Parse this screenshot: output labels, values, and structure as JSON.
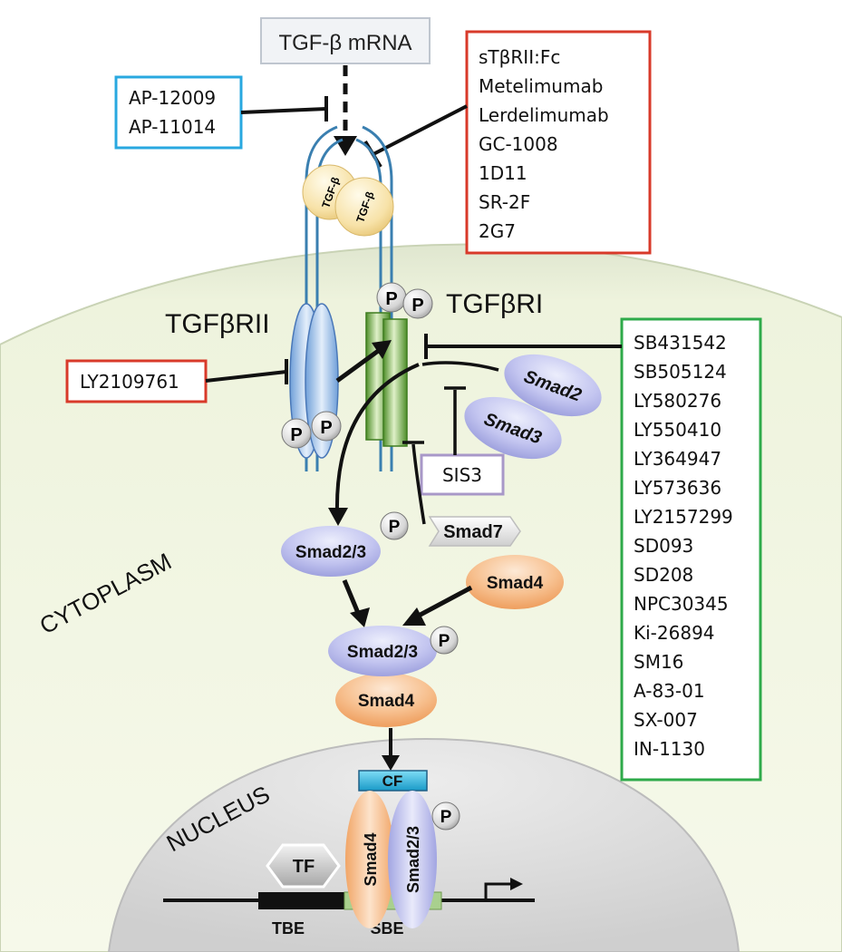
{
  "mrna_label": "TGF-β mRNA",
  "ligand_label": "TGF-β",
  "receptor_ii_label": "TGFβRII",
  "receptor_i_label": "TGFβRI",
  "phospho_label": "P",
  "blue_box": [
    "AP-12009",
    "AP-11014"
  ],
  "red_box_top": [
    "sTβRII:Fc",
    "Metelimumab",
    "Lerdelimumab",
    "GC-1008",
    "1D11",
    "SR-2F",
    "2G7"
  ],
  "red_box_left": "LY2109761",
  "sis3_label": "SIS3",
  "green_box": [
    "SB431542",
    "SB505124",
    "LY580276",
    "LY550410",
    "LY364947",
    "LY573636",
    "LY2157299",
    "SD093",
    "SD208",
    "NPC30345",
    "Ki-26894",
    "SM16",
    "A-83-01",
    "SX-007",
    "IN-1130"
  ],
  "smad2": "Smad2",
  "smad3": "Smad3",
  "smad23": "Smad2/3",
  "smad4": "Smad4",
  "smad7": "Smad7",
  "cytoplasm_label": "CYTOPLASM",
  "nucleus_label": "NUCLEUS",
  "cf_label": "CF",
  "tf_label": "TF",
  "tbe_label": "TBE",
  "sbe_label": "SBE",
  "colors": {
    "cell": "#f4f7e6",
    "nucleus": "#d9d9d9",
    "blue_box": "#29a8e0",
    "red_box": "#d83a2a",
    "green_box": "#2eaa4a",
    "sis3_box": "#a898c8",
    "smad_purple": "#b4b6ea",
    "smad_orange": "#f5b37e",
    "membrane": "#3a7fb0",
    "tgfbri_green": "#6aaa40",
    "sbe_green": "#a9d08e"
  }
}
